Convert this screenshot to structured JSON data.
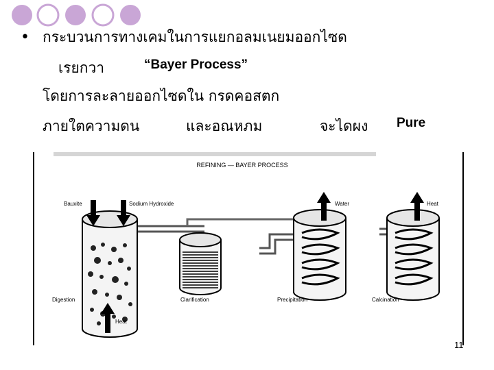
{
  "slide": {
    "bullet": "•",
    "line1": "กระบวนการทางเคมในการแยกอลมเนยมออกไซด",
    "line2": "เรยกวา",
    "line2_en": "“Bayer Process”",
    "line3": "โดยการละลายออกไซดใน   กรดคอสตก",
    "line4a": "ภายใตความดน",
    "line4b": "และอณหภม",
    "line4c": "จะไดผง",
    "line4d": "Pure",
    "page_number": "11"
  },
  "diagram": {
    "title": "REFINING — BAYER PROCESS",
    "inputs": {
      "bauxite": "Bauxite",
      "sodium": "Sodium Hydroxide",
      "heat_in": "Heat"
    },
    "outputs": {
      "water": "Water",
      "heat_out": "Heat"
    },
    "stages": [
      "Digestion",
      "Clarification",
      "Precipitation",
      "Calcination"
    ]
  },
  "colors": {
    "decor_circle": "#c9a6d6"
  }
}
